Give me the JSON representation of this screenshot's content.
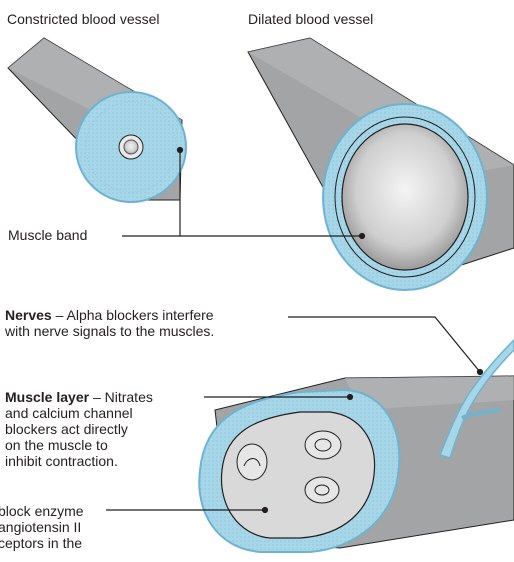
{
  "titles": {
    "constricted": "Constricted blood vessel",
    "dilated": "Dilated blood vessel"
  },
  "labels": {
    "muscle_band": "Muscle band",
    "nerves": {
      "bold": "Nerves",
      "line1_rest": " – Alpha blockers interfere",
      "line2": "with nerve signals to the muscles."
    },
    "muscle_layer": {
      "bold": "Muscle layer",
      "line1_rest": " – Nitrates",
      "line2": "and calcium channel",
      "line3": "blockers act directly",
      "line4": "on the muscle to",
      "line5": "inhibit contraction."
    },
    "receptors": {
      "line1": "block enzyme",
      "line2": "angiotensin II",
      "line3": "ceptors in the"
    }
  },
  "colors": {
    "vessel_gray": "#9c9d9f",
    "vessel_gray_light": "#b9babb",
    "muscle_blue": "#a6d6e8",
    "muscle_blue_dark": "#6fb3cf",
    "lumen": "#dcdcdc",
    "leader": "#231f20"
  }
}
